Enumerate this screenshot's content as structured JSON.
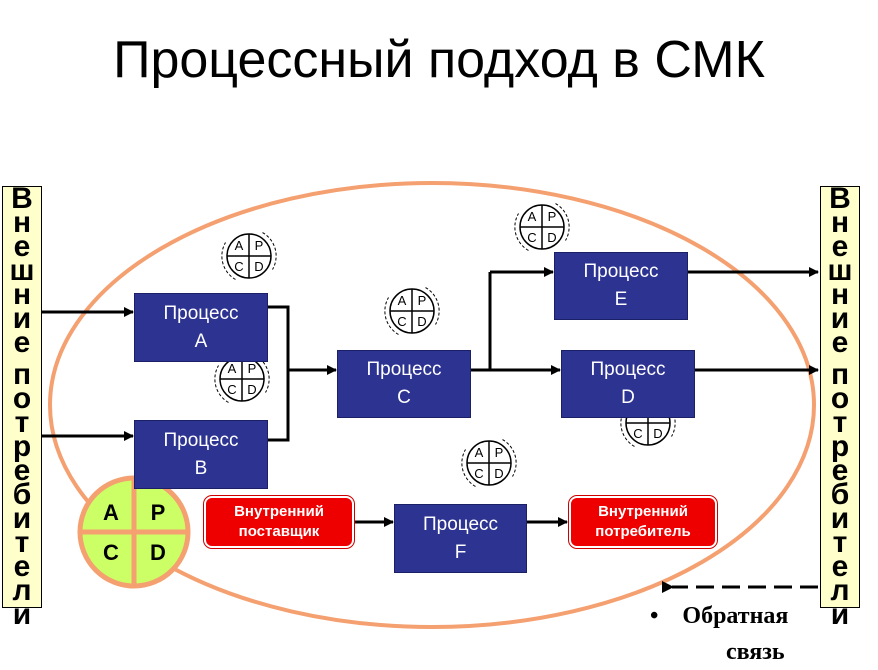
{
  "title": "Процессный подход в СМК",
  "left_label": "Внешние потребители",
  "right_label": "Внешние потребители",
  "processes": {
    "a": {
      "line1": "Процесс",
      "line2": "A"
    },
    "b": {
      "line1": "Процесс",
      "line2": "B"
    },
    "c": {
      "line1": "Процесс",
      "line2": "C"
    },
    "e": {
      "line1": "Процесс",
      "line2": "E"
    },
    "d": {
      "line1": "Процесс",
      "line2": "D"
    },
    "f": {
      "line1": "Процесс",
      "line2": "F"
    }
  },
  "internal_supplier": {
    "line1": "Внутренний",
    "line2": "поставщик"
  },
  "internal_consumer": {
    "line1": "Внутренний",
    "line2": "потребитель"
  },
  "pdca": {
    "a": "A",
    "p": "P",
    "c": "C",
    "d": "D"
  },
  "feedback": {
    "bullet": "•",
    "line1": "Обратная",
    "line2": "связь"
  },
  "colors": {
    "process_fill": "#2d3390",
    "ellipse_stroke": "#f4a070",
    "pdca_fill": "#ccff66",
    "pdca_ring": "#f4a070",
    "red_box": "#ee0000",
    "side_label_fill": "#ffffcc"
  }
}
